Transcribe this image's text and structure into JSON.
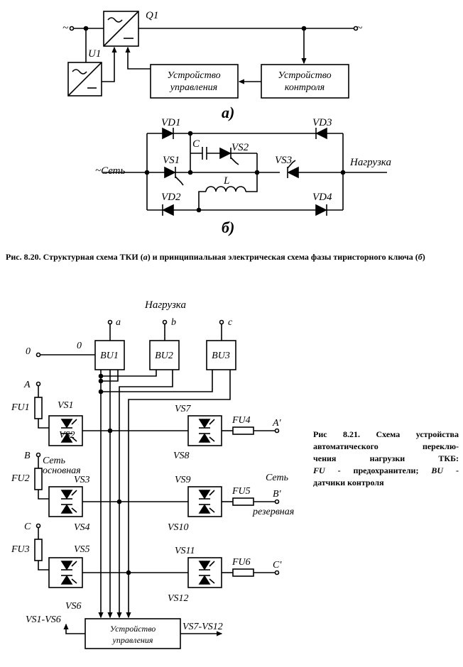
{
  "fig_a": {
    "ac_left": "~",
    "ac_right": "~",
    "q1": "Q1",
    "u1": "U1",
    "control_device": [
      "Устройство",
      "управления"
    ],
    "monitor_device": [
      "Устройство",
      "контроля"
    ],
    "sublabel": "а)"
  },
  "fig_b": {
    "vd1": "VD1",
    "vd2": "VD2",
    "vd3": "VD3",
    "vd4": "VD4",
    "vs1": "VS1",
    "vs2": "VS2",
    "vs3": "VS3",
    "c": "C",
    "l": "L",
    "network": "~Сеть",
    "load": "Нагрузка",
    "sublabel": "б)"
  },
  "caption1": {
    "prefix": "Рис. 8.20. Структурная схема ТКИ (",
    "a": "а",
    "mid": ") и принципиальная электрическая схема фазы тиристорного ключа (",
    "b": "б",
    "suffix": ")"
  },
  "fig821": {
    "load": "Нагрузка",
    "terminals": [
      "a",
      "b",
      "c"
    ],
    "bu": [
      "BU1",
      "BU2",
      "BU3"
    ],
    "zero_left": "0",
    "zero_right": "0",
    "phases_main": [
      "A",
      "B",
      "C"
    ],
    "phases_reserve": [
      "A'",
      "B'",
      "C'"
    ],
    "fu_main": [
      "FU1",
      "FU2",
      "FU3"
    ],
    "fu_reserve": [
      "FU4",
      "FU5",
      "FU6"
    ],
    "vs_main": [
      "VS1",
      "VS2",
      "VS3",
      "VS4",
      "VS5",
      "VS6"
    ],
    "vs_reserve": [
      "VS7",
      "VS8",
      "VS9",
      "VS10",
      "VS11",
      "VS12"
    ],
    "net_main": [
      "Сеть",
      "основная"
    ],
    "net_reserve": [
      "Сеть",
      "резервная"
    ],
    "control": [
      "Устройство",
      "управления"
    ],
    "out_left": "VS1-VS6",
    "out_right": "VS7-VS12"
  },
  "caption2": {
    "lines": [
      "Рис 8.21. Схема устройства",
      "автоматического    переклю-",
      "чения нагрузки ТКБ:"
    ],
    "fu": "FU",
    "fu_text": " - предохранители; ",
    "bu": "BU",
    "bu_text": " -",
    "last": "датчики контроля"
  }
}
